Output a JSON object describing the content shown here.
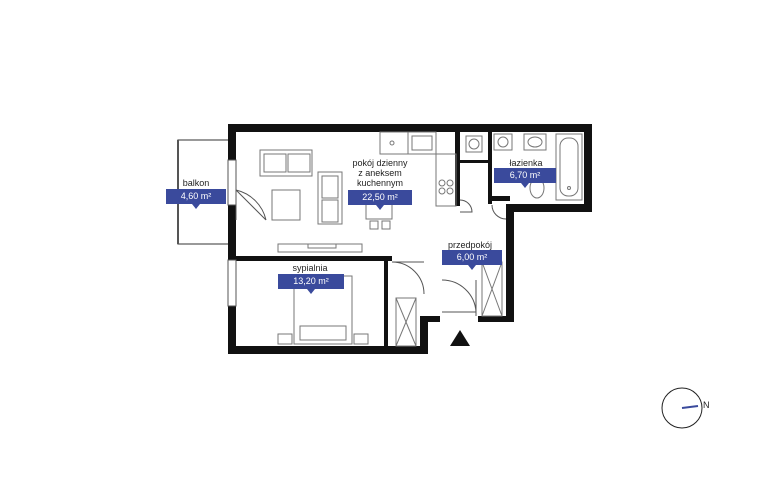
{
  "colors": {
    "wall": "#111111",
    "badge": "#3a4a9c",
    "furniture": "#777777",
    "compass_needle": "#3a4a9c"
  },
  "rooms": [
    {
      "key": "balcony",
      "name_lines": [
        "balkon"
      ],
      "area": "4,60 m²"
    },
    {
      "key": "living",
      "name_lines": [
        "pokój dzienny",
        "z aneksem",
        "kuchennym"
      ],
      "area": "22,50 m²"
    },
    {
      "key": "bathroom",
      "name_lines": [
        "łazienka"
      ],
      "area": "6,70 m²"
    },
    {
      "key": "hall",
      "name_lines": [
        "przedpokój"
      ],
      "area": "6,00 m²"
    },
    {
      "key": "bedroom",
      "name_lines": [
        "sypialnia"
      ],
      "area": "13,20 m²"
    }
  ],
  "compass": {
    "label": "N",
    "icon": "compass-icon"
  },
  "entrance": {
    "icon": "entrance-arrow-icon"
  }
}
